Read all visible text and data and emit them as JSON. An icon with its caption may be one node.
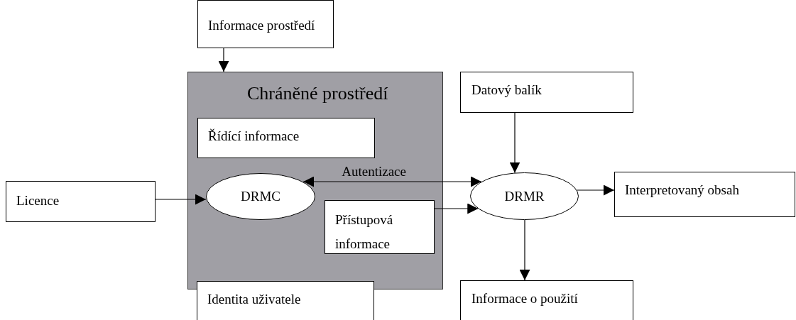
{
  "diagram": {
    "nodes": [
      {
        "text": [
          "Informace prostředí"
        ]
      },
      {
        "text": [
          "Chráněné prostředí"
        ]
      },
      {
        "text": [
          "Řídící informace"
        ],
        "in": 1
      },
      {
        "text": [
          "DRMC"
        ],
        "in": 1
      },
      {
        "text": [
          "Přístupová informace"
        ],
        "in": 1
      },
      {
        "text": [
          "Datový balík"
        ]
      },
      {
        "text": [
          "Licence"
        ]
      },
      {
        "text": [
          "DRMR"
        ]
      },
      {
        "text": [
          "Interpretovaný obsah"
        ]
      },
      {
        "text": [
          "Identita uživatele"
        ]
      },
      {
        "text": [
          "Informace o použití"
        ]
      }
    ],
    "edges": [
      {
        "from": 0,
        "to": 1,
        "arrow": "to"
      },
      {
        "from": 6,
        "to": 3,
        "arrow": "to"
      },
      {
        "from": 3,
        "to": 7,
        "arrow": "both",
        "label": "Autentizace"
      },
      {
        "from": 4,
        "to": 7,
        "arrow": "to"
      },
      {
        "from": 5,
        "to": 7,
        "arrow": "to"
      },
      {
        "from": 7,
        "to": 8,
        "arrow": "to"
      },
      {
        "from": 7,
        "to": 10,
        "arrow": "to"
      }
    ]
  }
}
